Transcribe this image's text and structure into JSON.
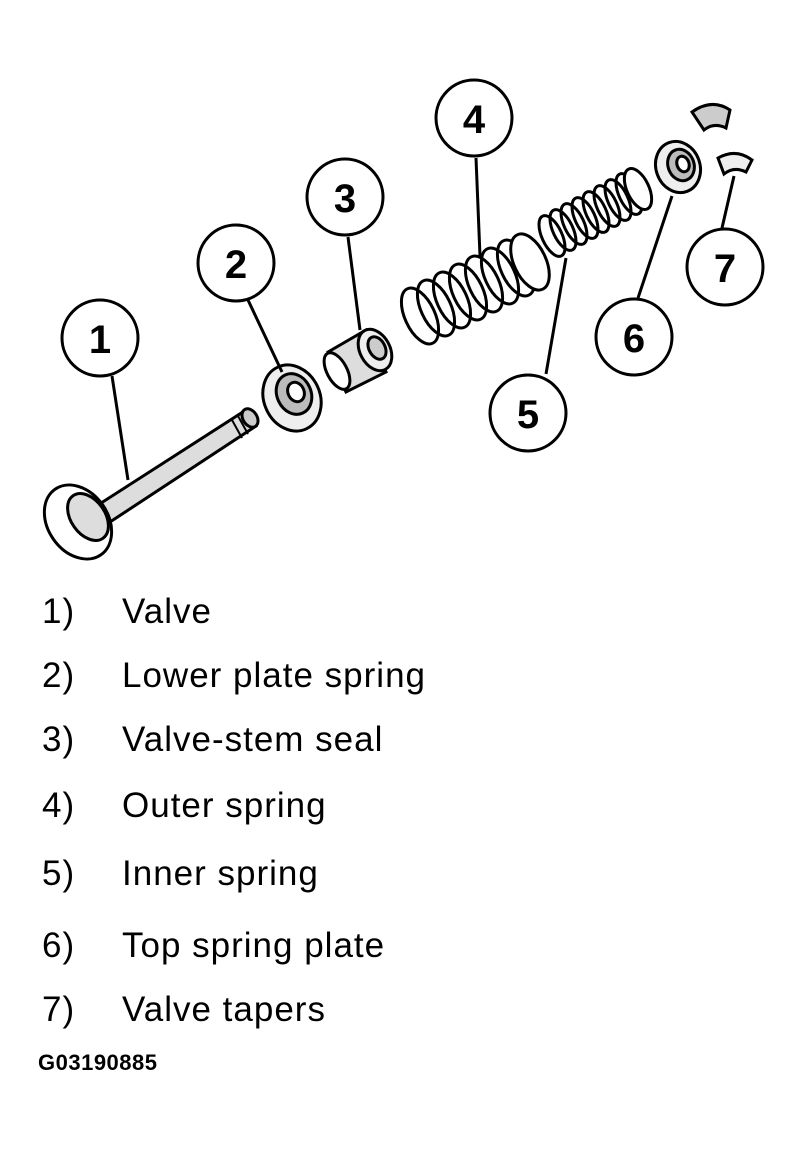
{
  "callouts": [
    "1",
    "2",
    "3",
    "4",
    "5",
    "6",
    "7"
  ],
  "legend": [
    {
      "num": "1)",
      "label": "Valve"
    },
    {
      "num": "2)",
      "label": "Lower plate spring"
    },
    {
      "num": "3)",
      "label": "Valve-stem seal"
    },
    {
      "num": "4)",
      "label": "Outer spring"
    },
    {
      "num": "5)",
      "label": "Inner spring"
    },
    {
      "num": "6)",
      "label": "Top spring plate"
    },
    {
      "num": "7)",
      "label": "Valve tapers"
    }
  ],
  "figure_code": "G03190885"
}
